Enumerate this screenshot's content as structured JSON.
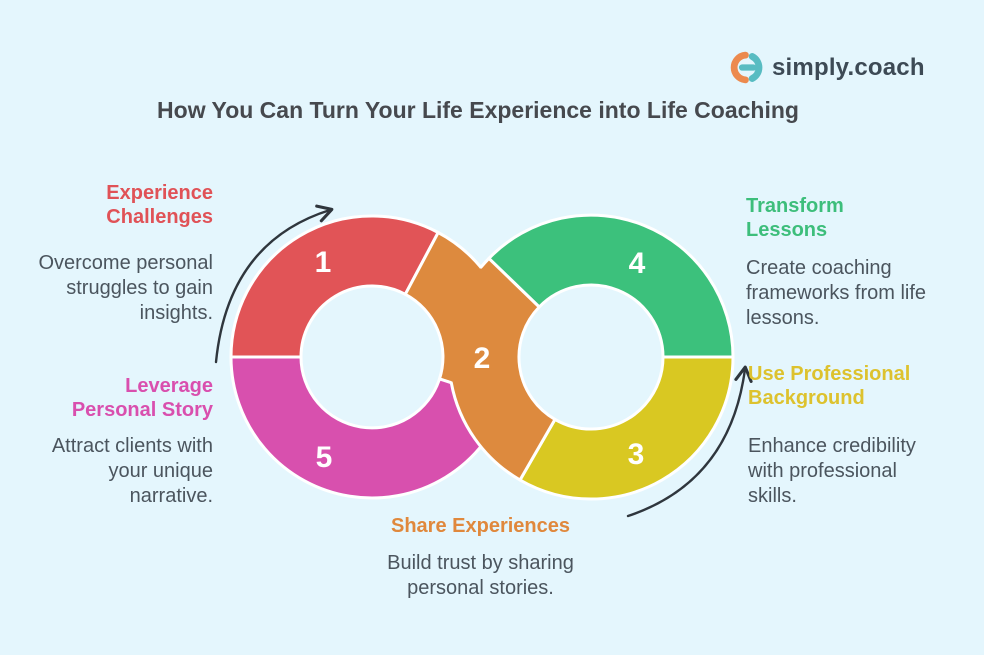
{
  "logo": {
    "text": "simply.coach",
    "icon": "simply-coach-mark",
    "icon_orange": "#ec8a4e",
    "icon_teal": "#58bcc2",
    "text_color": "#3d4a55"
  },
  "title": "How You Can Turn Your Life Experience into Life Coaching",
  "colors": {
    "background": "#e4f6fd",
    "title_text": "#46494e",
    "body_text": "#4b555e",
    "number_text": "#ffffff",
    "arrow": "#2f363d",
    "segment_divider": "#ffffff"
  },
  "steps": [
    {
      "number": "1",
      "heading": "Experience Challenges",
      "description": "Overcome personal struggles to gain insights.",
      "color": "#e15457"
    },
    {
      "number": "2",
      "heading": "Share Experiences",
      "description": "Build trust by sharing personal stories.",
      "color": "#dd8a3e"
    },
    {
      "number": "3",
      "heading": "Use Professional Background",
      "description": "Enhance credibility with professional skills.",
      "color": "#d9c822"
    },
    {
      "number": "4",
      "heading": "Transform Lessons",
      "description": "Create coaching frameworks from life lessons.",
      "color": "#3cc17c"
    },
    {
      "number": "5",
      "heading": "Leverage Personal Story",
      "description": "Attract clients with your unique narrative.",
      "color": "#d850ae"
    }
  ]
}
